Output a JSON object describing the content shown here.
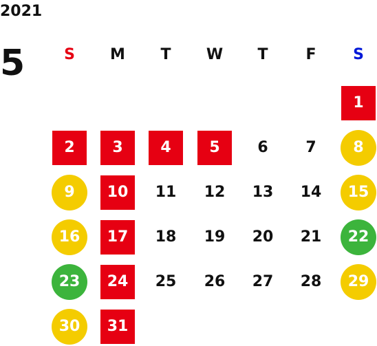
{
  "year": "2021",
  "month": "5",
  "weekdays": [
    {
      "label": "S",
      "color": "#e60012"
    },
    {
      "label": "M",
      "color": "#111111"
    },
    {
      "label": "T",
      "color": "#111111"
    },
    {
      "label": "W",
      "color": "#111111"
    },
    {
      "label": "T",
      "color": "#111111"
    },
    {
      "label": "F",
      "color": "#111111"
    },
    {
      "label": "S",
      "color": "#0018d8"
    }
  ],
  "colors": {
    "closed": "#e60012",
    "yellow": "#f4cc00",
    "green": "#3cb43c"
  },
  "days": [
    {
      "day": "1",
      "col": 6,
      "row": 0,
      "mark": "closed"
    },
    {
      "day": "2",
      "col": 0,
      "row": 1,
      "mark": "closed"
    },
    {
      "day": "3",
      "col": 1,
      "row": 1,
      "mark": "closed"
    },
    {
      "day": "4",
      "col": 2,
      "row": 1,
      "mark": "closed"
    },
    {
      "day": "5",
      "col": 3,
      "row": 1,
      "mark": "closed"
    },
    {
      "day": "6",
      "col": 4,
      "row": 1,
      "mark": "none"
    },
    {
      "day": "7",
      "col": 5,
      "row": 1,
      "mark": "none"
    },
    {
      "day": "8",
      "col": 6,
      "row": 1,
      "mark": "yellow"
    },
    {
      "day": "9",
      "col": 0,
      "row": 2,
      "mark": "yellow"
    },
    {
      "day": "10",
      "col": 1,
      "row": 2,
      "mark": "closed"
    },
    {
      "day": "11",
      "col": 2,
      "row": 2,
      "mark": "none"
    },
    {
      "day": "12",
      "col": 3,
      "row": 2,
      "mark": "none"
    },
    {
      "day": "13",
      "col": 4,
      "row": 2,
      "mark": "none"
    },
    {
      "day": "14",
      "col": 5,
      "row": 2,
      "mark": "none"
    },
    {
      "day": "15",
      "col": 6,
      "row": 2,
      "mark": "yellow"
    },
    {
      "day": "16",
      "col": 0,
      "row": 3,
      "mark": "yellow"
    },
    {
      "day": "17",
      "col": 1,
      "row": 3,
      "mark": "closed"
    },
    {
      "day": "18",
      "col": 2,
      "row": 3,
      "mark": "none"
    },
    {
      "day": "19",
      "col": 3,
      "row": 3,
      "mark": "none"
    },
    {
      "day": "20",
      "col": 4,
      "row": 3,
      "mark": "none"
    },
    {
      "day": "21",
      "col": 5,
      "row": 3,
      "mark": "none"
    },
    {
      "day": "22",
      "col": 6,
      "row": 3,
      "mark": "green"
    },
    {
      "day": "23",
      "col": 0,
      "row": 4,
      "mark": "green"
    },
    {
      "day": "24",
      "col": 1,
      "row": 4,
      "mark": "closed"
    },
    {
      "day": "25",
      "col": 2,
      "row": 4,
      "mark": "none"
    },
    {
      "day": "26",
      "col": 3,
      "row": 4,
      "mark": "none"
    },
    {
      "day": "27",
      "col": 4,
      "row": 4,
      "mark": "none"
    },
    {
      "day": "28",
      "col": 5,
      "row": 4,
      "mark": "none"
    },
    {
      "day": "29",
      "col": 6,
      "row": 4,
      "mark": "yellow"
    },
    {
      "day": "30",
      "col": 0,
      "row": 5,
      "mark": "yellow"
    },
    {
      "day": "31",
      "col": 1,
      "row": 5,
      "mark": "closed"
    }
  ]
}
